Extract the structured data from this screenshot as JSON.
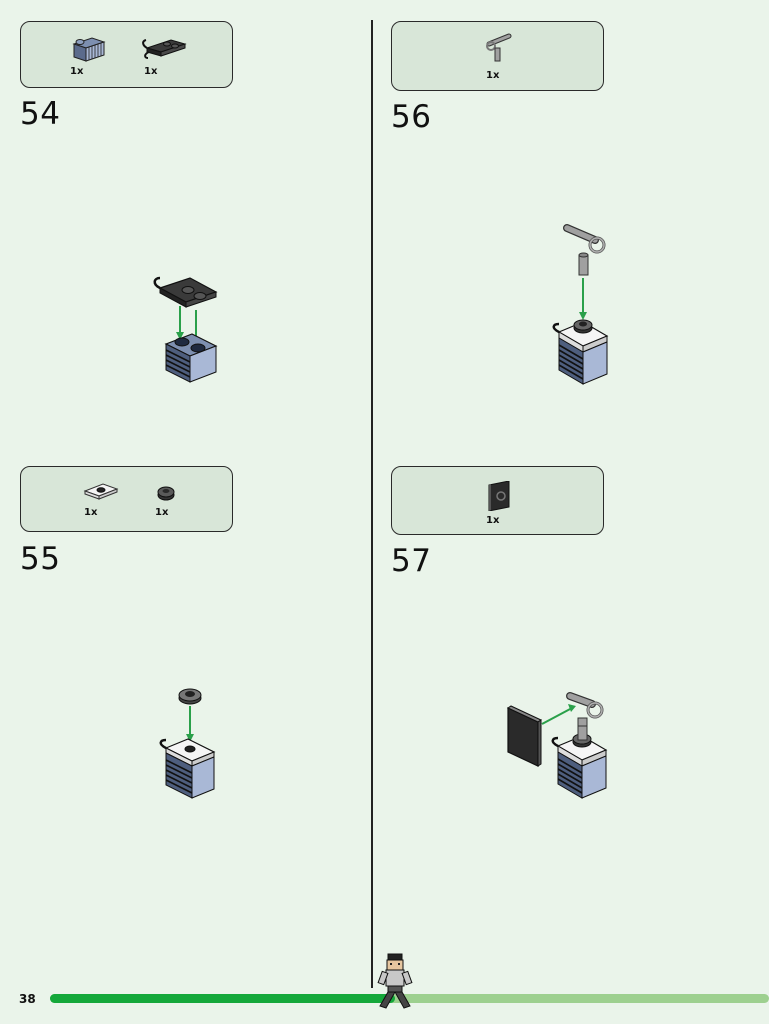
{
  "page": {
    "number": "38",
    "progress": 0.48
  },
  "steps": [
    {
      "id": "54",
      "number": "54",
      "parts": [
        {
          "name": "grille-brick-1x2",
          "qty": "1x"
        },
        {
          "name": "plate-with-clips",
          "qty": "1x"
        }
      ]
    },
    {
      "id": "55",
      "number": "55",
      "parts": [
        {
          "name": "jumper-plate-white",
          "qty": "1x"
        },
        {
          "name": "round-plate-1x1",
          "qty": "1x"
        }
      ]
    },
    {
      "id": "56",
      "number": "56",
      "parts": [
        {
          "name": "bar-with-clip",
          "qty": "1x"
        }
      ]
    },
    {
      "id": "57",
      "number": "57",
      "parts": [
        {
          "name": "tile-with-clip",
          "qty": "1x"
        }
      ]
    }
  ],
  "colors": {
    "background": "#eaf4ea",
    "parts_box": "#d8e6d8",
    "arrow": "#2aa04a",
    "progress_done": "#14a83a",
    "progress_remaining": "#9dd08f"
  }
}
